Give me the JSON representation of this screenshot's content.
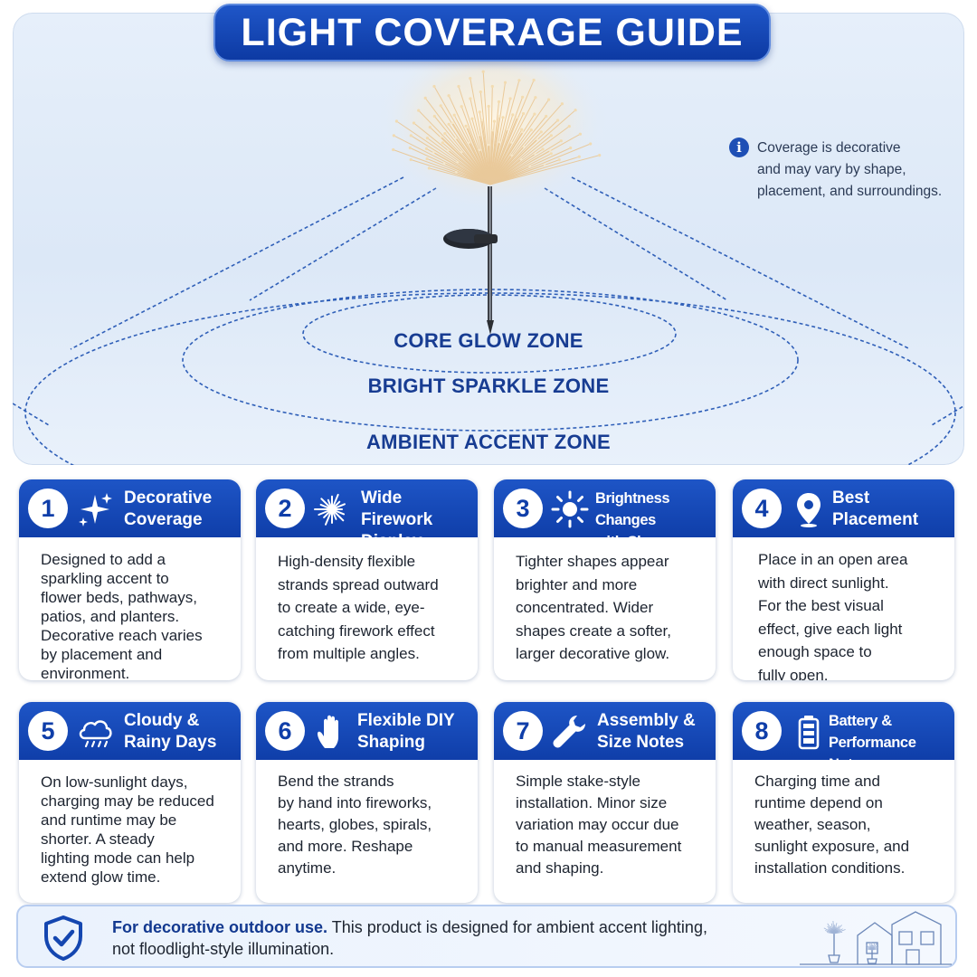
{
  "hero": {
    "title": "LIGHT COVERAGE GUIDE",
    "zones": {
      "core": "CORE GLOW ZONE",
      "bright": "BRIGHT SPARKLE ZONE",
      "ambient": "AMBIENT ACCENT ZONE"
    },
    "note": {
      "icon": "info-icon",
      "text": "Coverage is decorative\nand may vary by shape,\nplacement, and surroundings."
    }
  },
  "cards": [
    {
      "number": "1",
      "icon": "sparkle-icon",
      "title": "Decorative\nCoverage",
      "body": "Designed to add a\nsparkling accent to\nflower beds, pathways,\npatios, and planters.\nDecorative reach varies\nby placement and\nenvironment."
    },
    {
      "number": "2",
      "icon": "firework-icon",
      "title": "Wide Firework\nDisplay",
      "body": "High-density flexible\nstrands spread outward\nto create a wide, eye-\ncatching firework effect\nfrom multiple angles."
    },
    {
      "number": "3",
      "icon": "sun-icon",
      "title": "Brightness Changes\nwith Shape",
      "body": "Tighter shapes appear\nbrighter and more\nconcentrated. Wider\nshapes create a softer,\nlarger decorative glow."
    },
    {
      "number": "4",
      "icon": "location-pin-icon",
      "title": "Best\nPlacement",
      "body": "Place in an open area\nwith direct sunlight.\nFor the best visual\neffect, give each light\nenough space to\nfully open."
    },
    {
      "number": "5",
      "icon": "rain-cloud-icon",
      "title": "Cloudy &\nRainy Days",
      "body": "On low-sunlight days,\ncharging may be reduced\nand runtime may be\nshorter.  A steady\nlighting mode can help\nextend glow time."
    },
    {
      "number": "6",
      "icon": "hand-icon",
      "title": "Flexible DIY\nShaping",
      "body": "Bend the strands\nby hand into fireworks,\nhearts, globes, spirals,\nand more. Reshape\nanytime."
    },
    {
      "number": "7",
      "icon": "wrench-icon",
      "title": "Assembly &\nSize Notes",
      "body": "Simple stake-style\ninstallation. Minor size\nvariation may occur due\nto manual measurement\nand shaping."
    },
    {
      "number": "8",
      "icon": "battery-icon",
      "title": "Battery &\nPerformance Notes",
      "body": "Charging time and\nruntime depend on\nweather, season,\nsunlight exposure, and\ninstallation conditions."
    }
  ],
  "footer": {
    "icon": "shield-check-icon",
    "bold": "For decorative outdoor use.",
    "text": " This product is designed for ambient accent lighting,\nnot floodlight-style illumination."
  },
  "colors": {
    "primary": "#0f3ea9",
    "zone_text": "#173c92",
    "hero_bg": "#dce8f7",
    "footer_border": "#b8cdf0"
  }
}
